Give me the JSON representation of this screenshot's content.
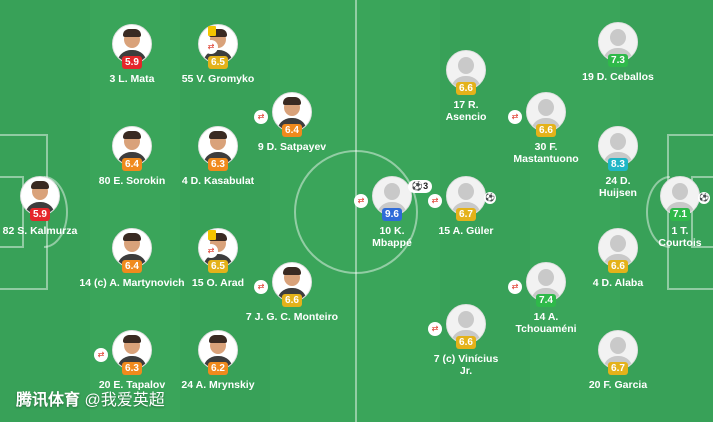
{
  "colors": {
    "pitch": "#3aa55a",
    "rating_red": "#e5262b",
    "rating_orange": "#f08a1d",
    "rating_yellow": "#e4b21a",
    "rating_green": "#2fb94a",
    "rating_teal": "#20b6c6",
    "rating_blue": "#2f6bd8"
  },
  "home": {
    "players": [
      {
        "name": "3 L. Mata",
        "rating": "5.9",
        "rating_color": "#e5262b",
        "avatar": "photo"
      },
      {
        "name": "55 V. Gromyko",
        "rating": "6.5",
        "rating_color": "#e4b21a",
        "avatar": "photo",
        "card": true,
        "sub": true
      },
      {
        "name": "9 D. Satpayev",
        "rating": "6.4",
        "rating_color": "#f08a1d",
        "avatar": "photo",
        "sub": true
      },
      {
        "name": "80 E. Sorokin",
        "rating": "6.4",
        "rating_color": "#f08a1d",
        "avatar": "photo"
      },
      {
        "name": "4 D. Kasabulat",
        "rating": "6.3",
        "rating_color": "#f08a1d",
        "avatar": "photo"
      },
      {
        "name": "82 S. Kalmurza",
        "rating": "5.9",
        "rating_color": "#e5262b",
        "avatar": "photo"
      },
      {
        "name": "14 (c) A. Martynovich",
        "rating": "6.4",
        "rating_color": "#f08a1d",
        "avatar": "photo"
      },
      {
        "name": "15 O. Arad",
        "rating": "6.5",
        "rating_color": "#e4b21a",
        "avatar": "photo",
        "card": true,
        "sub": true
      },
      {
        "name": "7 J. G. C. Monteiro",
        "rating": "6.6",
        "rating_color": "#e4b21a",
        "avatar": "photo",
        "sub": true
      },
      {
        "name": "20 E. Tapalov",
        "rating": "6.3",
        "rating_color": "#f08a1d",
        "avatar": "photo",
        "sub": true
      },
      {
        "name": "24 A. Mrynskiy",
        "rating": "6.2",
        "rating_color": "#f08a1d",
        "avatar": "photo"
      }
    ]
  },
  "away": {
    "players": [
      {
        "name": "17 R.",
        "name2": "Asencio",
        "rating": "6.6",
        "rating_color": "#e4b21a",
        "avatar": "generic"
      },
      {
        "name": "30 F.",
        "name2": "Mastantuono",
        "rating": "6.6",
        "rating_color": "#e4b21a",
        "avatar": "generic",
        "sub": true
      },
      {
        "name": "19 D. Ceballos",
        "rating": "7.3",
        "rating_color": "#2fb94a",
        "avatar": "generic"
      },
      {
        "name": "24 D.",
        "name2": "Huijsen",
        "rating": "8.3",
        "rating_color": "#20b6c6",
        "avatar": "generic"
      },
      {
        "name": "10 K.",
        "name2": "Mbappé",
        "rating": "9.6",
        "rating_color": "#2f6bd8",
        "avatar": "generic",
        "sub": true,
        "goals": "3"
      },
      {
        "name": "15 A. Güler",
        "rating": "6.7",
        "rating_color": "#e4b21a",
        "avatar": "generic",
        "sub": true,
        "ball": true
      },
      {
        "name": "1 T.",
        "name2": "Courtois",
        "rating": "7.1",
        "rating_color": "#2fb94a",
        "avatar": "generic",
        "ball": true
      },
      {
        "name": "4 D. Alaba",
        "rating": "6.6",
        "rating_color": "#e4b21a",
        "avatar": "generic"
      },
      {
        "name": "14 A.",
        "name2": "Tchouaméni",
        "rating": "7.4",
        "rating_color": "#2fb94a",
        "avatar": "generic",
        "sub": true
      },
      {
        "name": "7 (c) Vinícius",
        "name2": "Jr.",
        "rating": "6.6",
        "rating_color": "#e4b21a",
        "avatar": "generic",
        "sub": true
      },
      {
        "name": "20 F. Garcia",
        "rating": "6.7",
        "rating_color": "#e4b21a",
        "avatar": "generic"
      }
    ]
  },
  "watermark": {
    "brand": "腾讯体育",
    "handle": " @我爱英超"
  }
}
